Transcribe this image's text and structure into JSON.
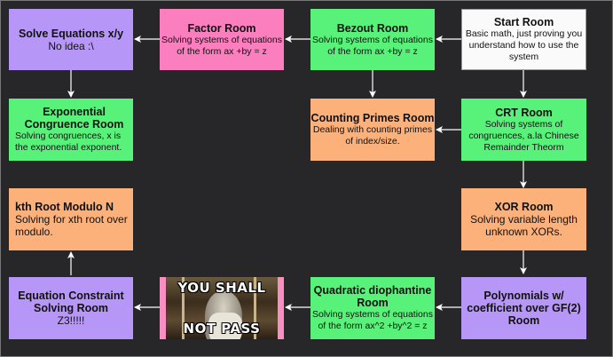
{
  "nodes": {
    "solve_equations": {
      "title": "Solve Equations x/y",
      "desc": "No idea :\\"
    },
    "factor_room": {
      "title": "Factor Room",
      "desc": "Solving systems of equations of the form ax +by = z"
    },
    "bezout_room": {
      "title": "Bezout Room",
      "desc": "Solving systems of equations of the form ax +by = z"
    },
    "start_room": {
      "title": "Start Room",
      "desc": "Basic math, just proving you understand how to use the system"
    },
    "exponential_congruence": {
      "title": "Exponential Congruence Room",
      "desc": "Solving congruences, x is the exponential exponent."
    },
    "counting_primes": {
      "title": "Counting Primes Room",
      "desc": "Dealing with counting primes of index/size."
    },
    "crt_room": {
      "title": "CRT Room",
      "desc": "Solving systems of congruences, a.la Chinese Remainder Theorm"
    },
    "kth_root": {
      "title": "kth Root Modulo N",
      "desc": "Solving for xth root over modulo."
    },
    "xor_room": {
      "title": "XOR Room",
      "desc": "Solving variable length unknown XORs."
    },
    "equation_constraint": {
      "title": "Equation Constraint Solving Room",
      "desc": "Z3!!!!!"
    },
    "quadratic_diophantine": {
      "title": "Quadratic diophantine Room",
      "desc": "Solving systems of equations of the form ax^2 +by^2 = z"
    },
    "polynomials": {
      "title": "Polynomials w/ coefficient over GF(2) Room",
      "desc": ""
    }
  },
  "meme": {
    "top_text": "YOU SHALL",
    "bottom_text": "NOT PASS"
  },
  "colors": {
    "background": "#27272a",
    "purple": "#b696f6",
    "pink": "#fb7fbf",
    "green": "#58f17a",
    "orange": "#fcb07a",
    "white": "#fafafa",
    "arrow": "#ffffff"
  }
}
